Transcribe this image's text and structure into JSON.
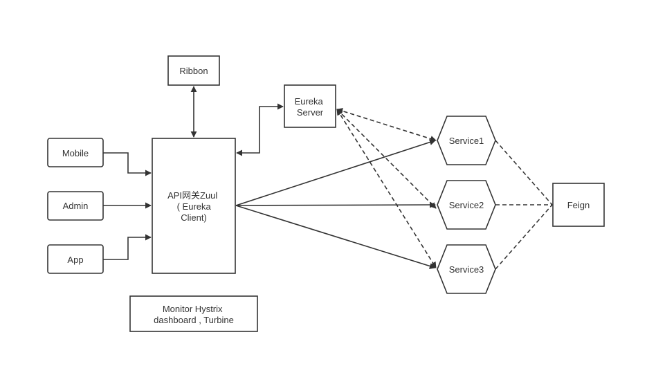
{
  "diagram": {
    "nodes": {
      "ribbon": {
        "label": "Ribbon"
      },
      "eureka": {
        "label_line1": "Eureka",
        "label_line2": "Server"
      },
      "mobile": {
        "label": "Mobile"
      },
      "admin": {
        "label": "Admin"
      },
      "app": {
        "label": "App"
      },
      "gateway": {
        "label_line1": "API网关Zuul",
        "label_line2": "( Eureka",
        "label_line3": "Client)"
      },
      "monitor": {
        "label_line1": "Monitor Hystrix",
        "label_line2": "dashboard , Turbine"
      },
      "service1": {
        "label": "Service1"
      },
      "service2": {
        "label": "Service2"
      },
      "service3": {
        "label": "Service3"
      },
      "feign": {
        "label": "Feign"
      }
    },
    "edges": [
      {
        "from": "gateway",
        "to": "ribbon",
        "style": "solid",
        "direction": "both"
      },
      {
        "from": "gateway",
        "to": "eureka",
        "style": "solid",
        "direction": "both"
      },
      {
        "from": "mobile",
        "to": "gateway",
        "style": "solid",
        "direction": "forward"
      },
      {
        "from": "admin",
        "to": "gateway",
        "style": "solid",
        "direction": "forward"
      },
      {
        "from": "app",
        "to": "gateway",
        "style": "solid",
        "direction": "forward"
      },
      {
        "from": "gateway",
        "to": "service1",
        "style": "solid",
        "direction": "forward"
      },
      {
        "from": "gateway",
        "to": "service2",
        "style": "solid",
        "direction": "forward"
      },
      {
        "from": "gateway",
        "to": "service3",
        "style": "solid",
        "direction": "forward"
      },
      {
        "from": "eureka",
        "to": "service1",
        "style": "dashed",
        "direction": "both"
      },
      {
        "from": "eureka",
        "to": "service2",
        "style": "dashed",
        "direction": "both"
      },
      {
        "from": "eureka",
        "to": "service3",
        "style": "dashed",
        "direction": "both"
      },
      {
        "from": "service1",
        "to": "feign",
        "style": "dashed",
        "direction": "none"
      },
      {
        "from": "service2",
        "to": "feign",
        "style": "dashed",
        "direction": "none"
      },
      {
        "from": "service3",
        "to": "feign",
        "style": "dashed",
        "direction": "none"
      }
    ],
    "colors": {
      "stroke": "#333333",
      "fill": "#ffffff",
      "background": "#ffffff"
    }
  }
}
